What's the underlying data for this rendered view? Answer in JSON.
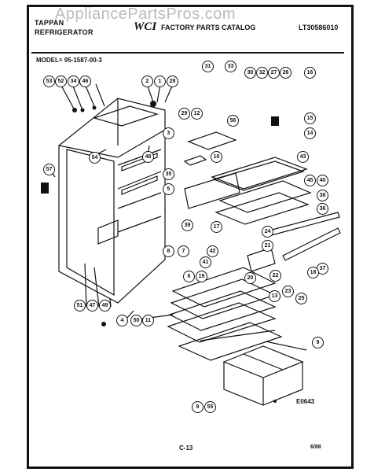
{
  "watermark": "AppliancePartsPros.com",
  "header": {
    "brand_line1": "TAPPAN",
    "brand_line2": "REFRIGERATOR",
    "logo": "WCI",
    "catalog_title": "FACTORY PARTS CATALOG",
    "catalog_code": "LT30586010"
  },
  "model_line": "MODEL= 95-1587-00-3",
  "figure_code": "E0643",
  "page_label": "C-13",
  "date_label": "6/88",
  "callouts": [
    "53",
    "52",
    "34",
    "46",
    "2",
    "1",
    "28",
    "31",
    "33",
    "30",
    "32",
    "27",
    "26",
    "16",
    "12",
    "29",
    "56",
    "15",
    "14",
    "3",
    "48",
    "35",
    "10",
    "43",
    "54",
    "57",
    "5",
    "45",
    "40",
    "38",
    "36",
    "39",
    "17",
    "24",
    "21",
    "42",
    "8",
    "7",
    "41",
    "37",
    "18",
    "6",
    "19",
    "20",
    "22",
    "23",
    "25",
    "13",
    "51",
    "47",
    "49",
    "4",
    "50",
    "11",
    "9",
    "9",
    "55"
  ]
}
